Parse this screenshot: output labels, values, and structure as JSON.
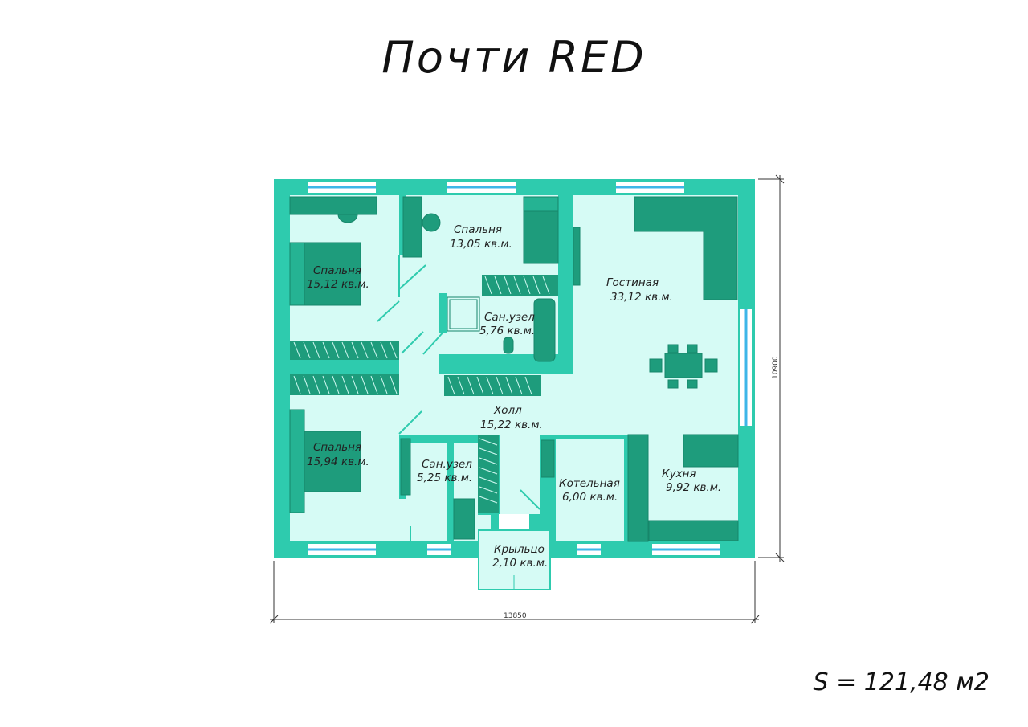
{
  "title": "Почти RED",
  "total_area": "S = 121,48 м2",
  "dimensions": {
    "width": "13850",
    "height": "10900"
  },
  "rooms": [
    {
      "name": "Спальня",
      "area": "13,05 кв.м."
    },
    {
      "name": "Спальня",
      "area": "15,12 кв.м."
    },
    {
      "name": "Гостиная",
      "area": "33,12 кв.м."
    },
    {
      "name": "Сан.узел",
      "area": "5,76 кв.м."
    },
    {
      "name": "Холл",
      "area": "15,22 кв.м."
    },
    {
      "name": "Спальня",
      "area": "15,94 кв.м."
    },
    {
      "name": "Сан.узел",
      "area": "5,25 кв.м."
    },
    {
      "name": "Котельная",
      "area": "6,00 кв.м."
    },
    {
      "name": "Кухня",
      "area": "9,92 кв.м."
    },
    {
      "name": "Крыльцо",
      "area": "2,10 кв.м."
    }
  ],
  "colors": {
    "wall": "#2ecbae",
    "floor": "#d6fbf5",
    "furniture": "#1e9c7c",
    "glass": "#3db6e8",
    "line": "#333333"
  }
}
